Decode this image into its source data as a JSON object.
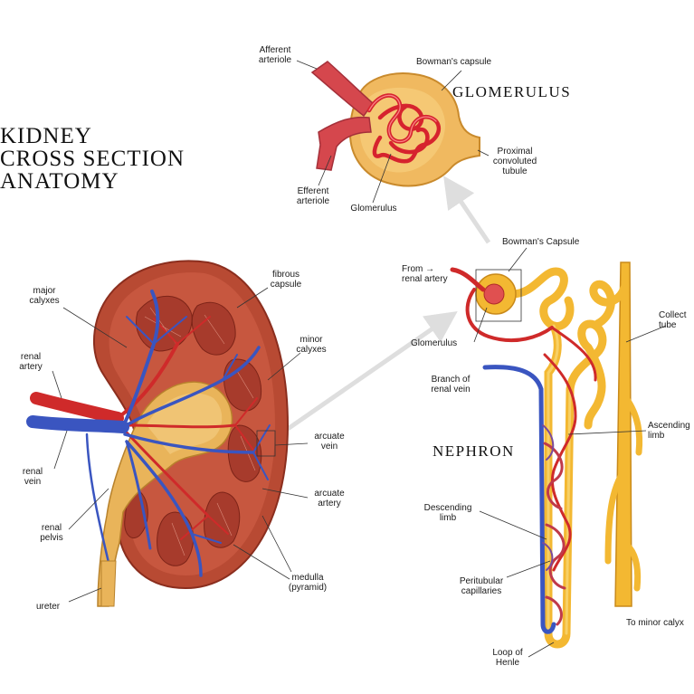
{
  "title": {
    "line1": "KIDNEY",
    "line2": "CROSS SECTION",
    "line3": "ANATOMY"
  },
  "sections": {
    "glomerulus": "GLOMERULUS",
    "nephron": "NEPHRON"
  },
  "glomerulus_labels": {
    "afferent": "Afferent\narteriole",
    "bowmans": "Bowman's capsule",
    "proximal": "Proximal\nconvoluted\ntubule",
    "efferent": "Efferent\narteriole",
    "glomerulus": "Glomerulus"
  },
  "kidney_labels": {
    "fibrous": "fibrous\ncapsule",
    "major": "major\ncalyxes",
    "minor": "minor\ncalyxes",
    "renal_artery": "renal\nartery",
    "arcuate_vein": "arcuate\nvein",
    "renal_vein": "renal\nvein",
    "arcuate_artery": "arcuate\nartery",
    "renal_pelvis": "renal\npelvis",
    "medulla": "medulla\n(pyramid)",
    "ureter": "ureter"
  },
  "nephron_labels": {
    "bowmans_capsule": "Bowman's Capsule",
    "from_renal_artery": "From →\nrenal artery",
    "glomerulus": "Glomerulus",
    "branch_renal_vein": "Branch of\nrenal vein",
    "collecting_tube": "Collect\ntube",
    "ascending_limb": "Ascending\nlimb",
    "descending_limb": "Descending\nlimb",
    "peritubular": "Peritubular\ncapillaries",
    "loop_of_henle": "Loop of\nHenle",
    "to_minor": "To minor calyx"
  },
  "colors": {
    "artery": "#cf2a2a",
    "vein": "#3a55c0",
    "tubule": "#f3b832",
    "cortex": "#b84a33",
    "medulla": "#c7573f",
    "pelvis": "#e9b45a",
    "capsule": "#f0b960"
  }
}
